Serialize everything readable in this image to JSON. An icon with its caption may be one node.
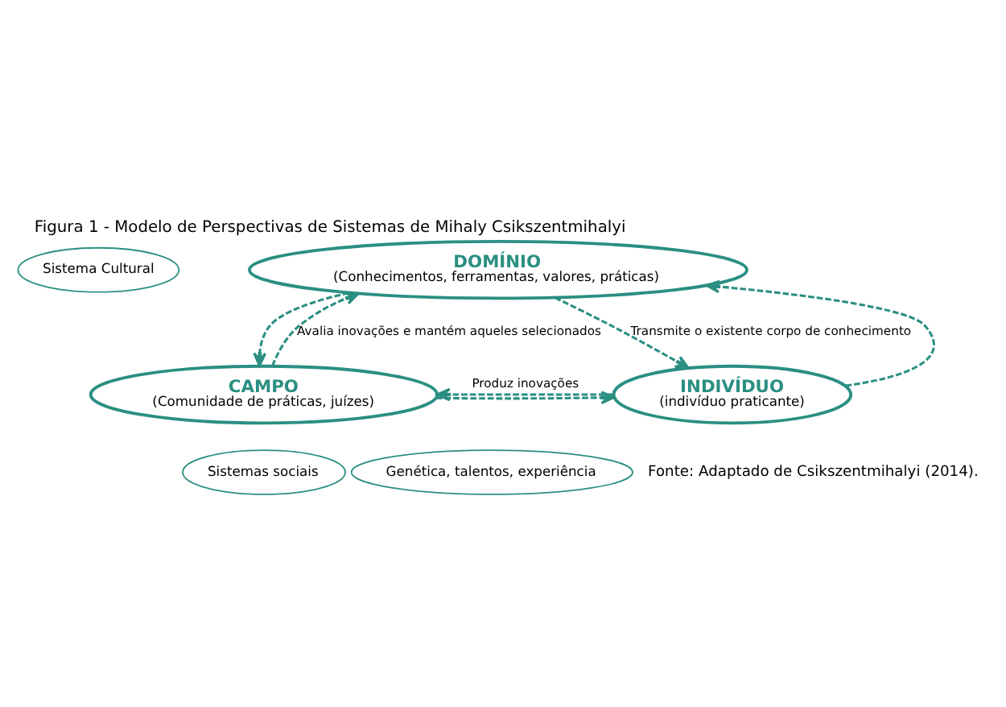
{
  "diagram": {
    "title": "Figura 1 - Modelo de Perspectivas de Sistemas de Mihaly Csikszentmihalyi",
    "caption": "Fonte: Adaptado de Csikszentmihalyi (2014).",
    "nodes": [
      {
        "text": [
          "Sistema Cultural"
        ]
      },
      {
        "text": [
          "DOMÍNIO",
          "(Conhecimentos, ferramentas, valores, práticas)"
        ]
      },
      {
        "text": [
          "CAMPO",
          "(Comunidade de práticas, juízes)"
        ]
      },
      {
        "text": [
          "Sistemas sociais"
        ]
      },
      {
        "text": [
          "INDIVÍDUO",
          "(indivíduo praticante)"
        ]
      },
      {
        "text": [
          "Genética, talentos, experiência"
        ]
      }
    ],
    "edges": [
      {
        "from": 2,
        "to": 1,
        "arrow": "to",
        "style": "dashed",
        "label": "Avalia inovações e mantém aqueles selecionados"
      },
      {
        "from": 1,
        "to": 2,
        "arrow": "to",
        "style": "dashed"
      },
      {
        "from": 1,
        "to": 4,
        "arrow": "to",
        "style": "dashed",
        "label": "Transmite o existente corpo de conhecimento"
      },
      {
        "from": 4,
        "to": 1,
        "arrow": "to",
        "style": "dashed"
      },
      {
        "from": 4,
        "to": 2,
        "arrow": "to",
        "style": "dashed",
        "label": "Produz inovações"
      },
      {
        "from": 2,
        "to": 4,
        "arrow": "to",
        "style": "dashed"
      }
    ]
  }
}
